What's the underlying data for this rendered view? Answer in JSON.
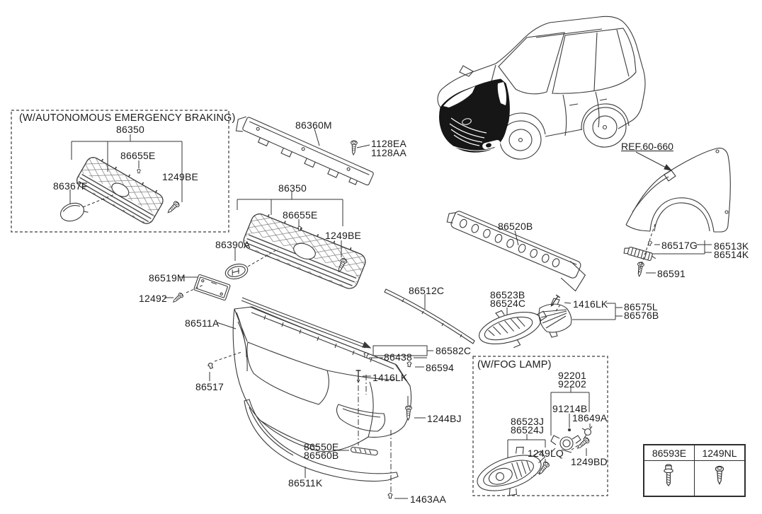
{
  "diagram": {
    "aeb_box": {
      "title": "(W/AUTONOMOUS EMERGENCY BRAKING)"
    },
    "fog_box": {
      "title": "(W/FOG LAMP)"
    },
    "ref_label": "REF.60-660",
    "callouts": [
      {
        "text": "86350"
      },
      {
        "text": "86655E"
      },
      {
        "text": "1249BE"
      },
      {
        "text": "86367F"
      },
      {
        "text": "86360M"
      },
      {
        "text": "1128EA"
      },
      {
        "text": "1128AA"
      },
      {
        "text": "86350"
      },
      {
        "text": "86655E"
      },
      {
        "text": "1249BE"
      },
      {
        "text": "86390A"
      },
      {
        "text": "86519M"
      },
      {
        "text": "12492"
      },
      {
        "text": "86511A"
      },
      {
        "text": "86517"
      },
      {
        "text": "86512C"
      },
      {
        "text": "86520B"
      },
      {
        "text": "86523B"
      },
      {
        "text": "86524C"
      },
      {
        "text": "1416LK"
      },
      {
        "text": "86575L"
      },
      {
        "text": "86576B"
      },
      {
        "text": "86517G"
      },
      {
        "text": "86513K"
      },
      {
        "text": "86514K"
      },
      {
        "text": "86591"
      },
      {
        "text": "86438"
      },
      {
        "text": "86582C"
      },
      {
        "text": "86594"
      },
      {
        "text": "1416LK"
      },
      {
        "text": "1244BJ"
      },
      {
        "text": "86550E"
      },
      {
        "text": "86560B"
      },
      {
        "text": "86511K"
      },
      {
        "text": "1463AA"
      },
      {
        "text": "92201"
      },
      {
        "text": "92202"
      },
      {
        "text": "91214B"
      },
      {
        "text": "18649A"
      },
      {
        "text": "86523J"
      },
      {
        "text": "86524J"
      },
      {
        "text": "1249LQ"
      },
      {
        "text": "1249BD"
      }
    ],
    "parts_table": {
      "columns": [
        {
          "part": "86593E",
          "icon": "flange-bolt-icon"
        },
        {
          "part": "1249NL",
          "icon": "tapping-screw-icon"
        }
      ]
    }
  }
}
